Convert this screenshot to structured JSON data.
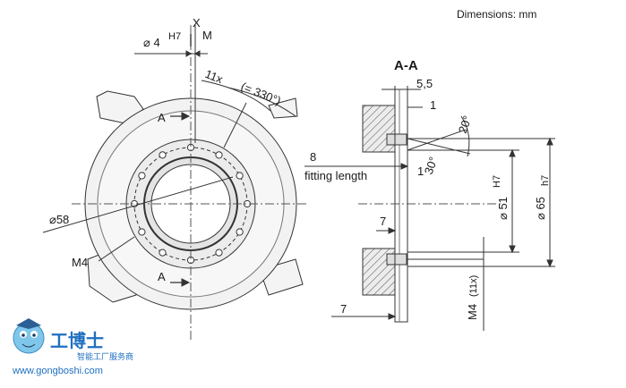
{
  "note_units": "Dimensions: mm",
  "front_view": {
    "bore_tol": "⌀ 4",
    "bore_tol_sup": "H7",
    "axis_x": "X",
    "axis_m": "M",
    "holes_count": "11x",
    "holes_angle": "(= 330°)",
    "section_a_top": "A",
    "section_a_bottom": "A",
    "diameter_58": "⌀58",
    "thread_label": "M4"
  },
  "section_view": {
    "title": "A-A",
    "dim_5_5": "5,5",
    "dim_1_top": "1",
    "dim_8": "8",
    "fitting_length": "fitting length",
    "dim_1_mid": "1",
    "angle_30": "30°",
    "angle_20": "20°",
    "dim_7_mid": "7",
    "dim_7_bottom": "7",
    "dia_51": "⌀ 51",
    "dia_51_tol": "H7",
    "dia_65": "⌀ 65",
    "dia_65_tol": "h7",
    "thread_m4": "M4",
    "thread_m4_count": "(11x)"
  },
  "watermark": {
    "name": "工博士",
    "sub": "智能工厂服务商",
    "url": "www.gongboshi.com"
  }
}
